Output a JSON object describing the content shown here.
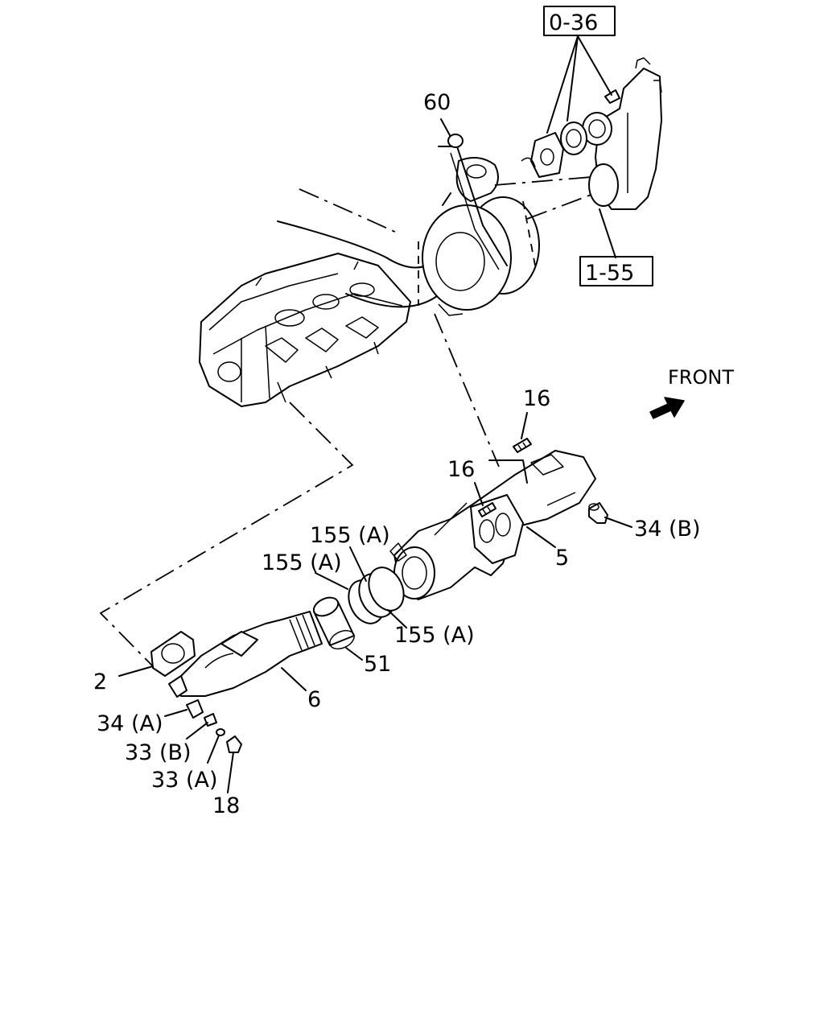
{
  "labels": {
    "ref_0_36": "0-36",
    "ref_1_55": "1-55",
    "p60": "60",
    "front": "FRONT",
    "p16_upper": "16",
    "p16_lower": "16",
    "p34b": "34 (B)",
    "p5": "5",
    "p155a_1": "155 (A)",
    "p155a_2": "155 (A)",
    "p155a_3": "155 (A)",
    "p51": "51",
    "p6": "6",
    "p2": "2",
    "p34a": "34 (A)",
    "p33b": "33 (B)",
    "p33a": "33 (A)",
    "p18": "18"
  }
}
